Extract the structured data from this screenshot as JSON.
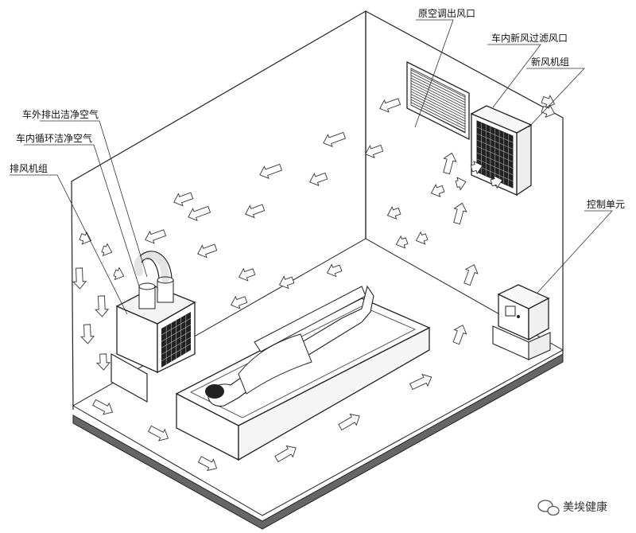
{
  "labels": {
    "supply_outlet": "原空调出风口",
    "fresh_air_filter_outlet": "车内新风过滤风口",
    "fresh_air_unit": "新风机组",
    "outside_clean_air": "车外排出洁净空气",
    "inside_circulating_air": "车内循环洁净空气",
    "exhaust_unit": "排风机组",
    "control_unit": "控制单元"
  },
  "watermark": "美埃健康",
  "icons": {
    "watermark": "wechat-icon"
  }
}
